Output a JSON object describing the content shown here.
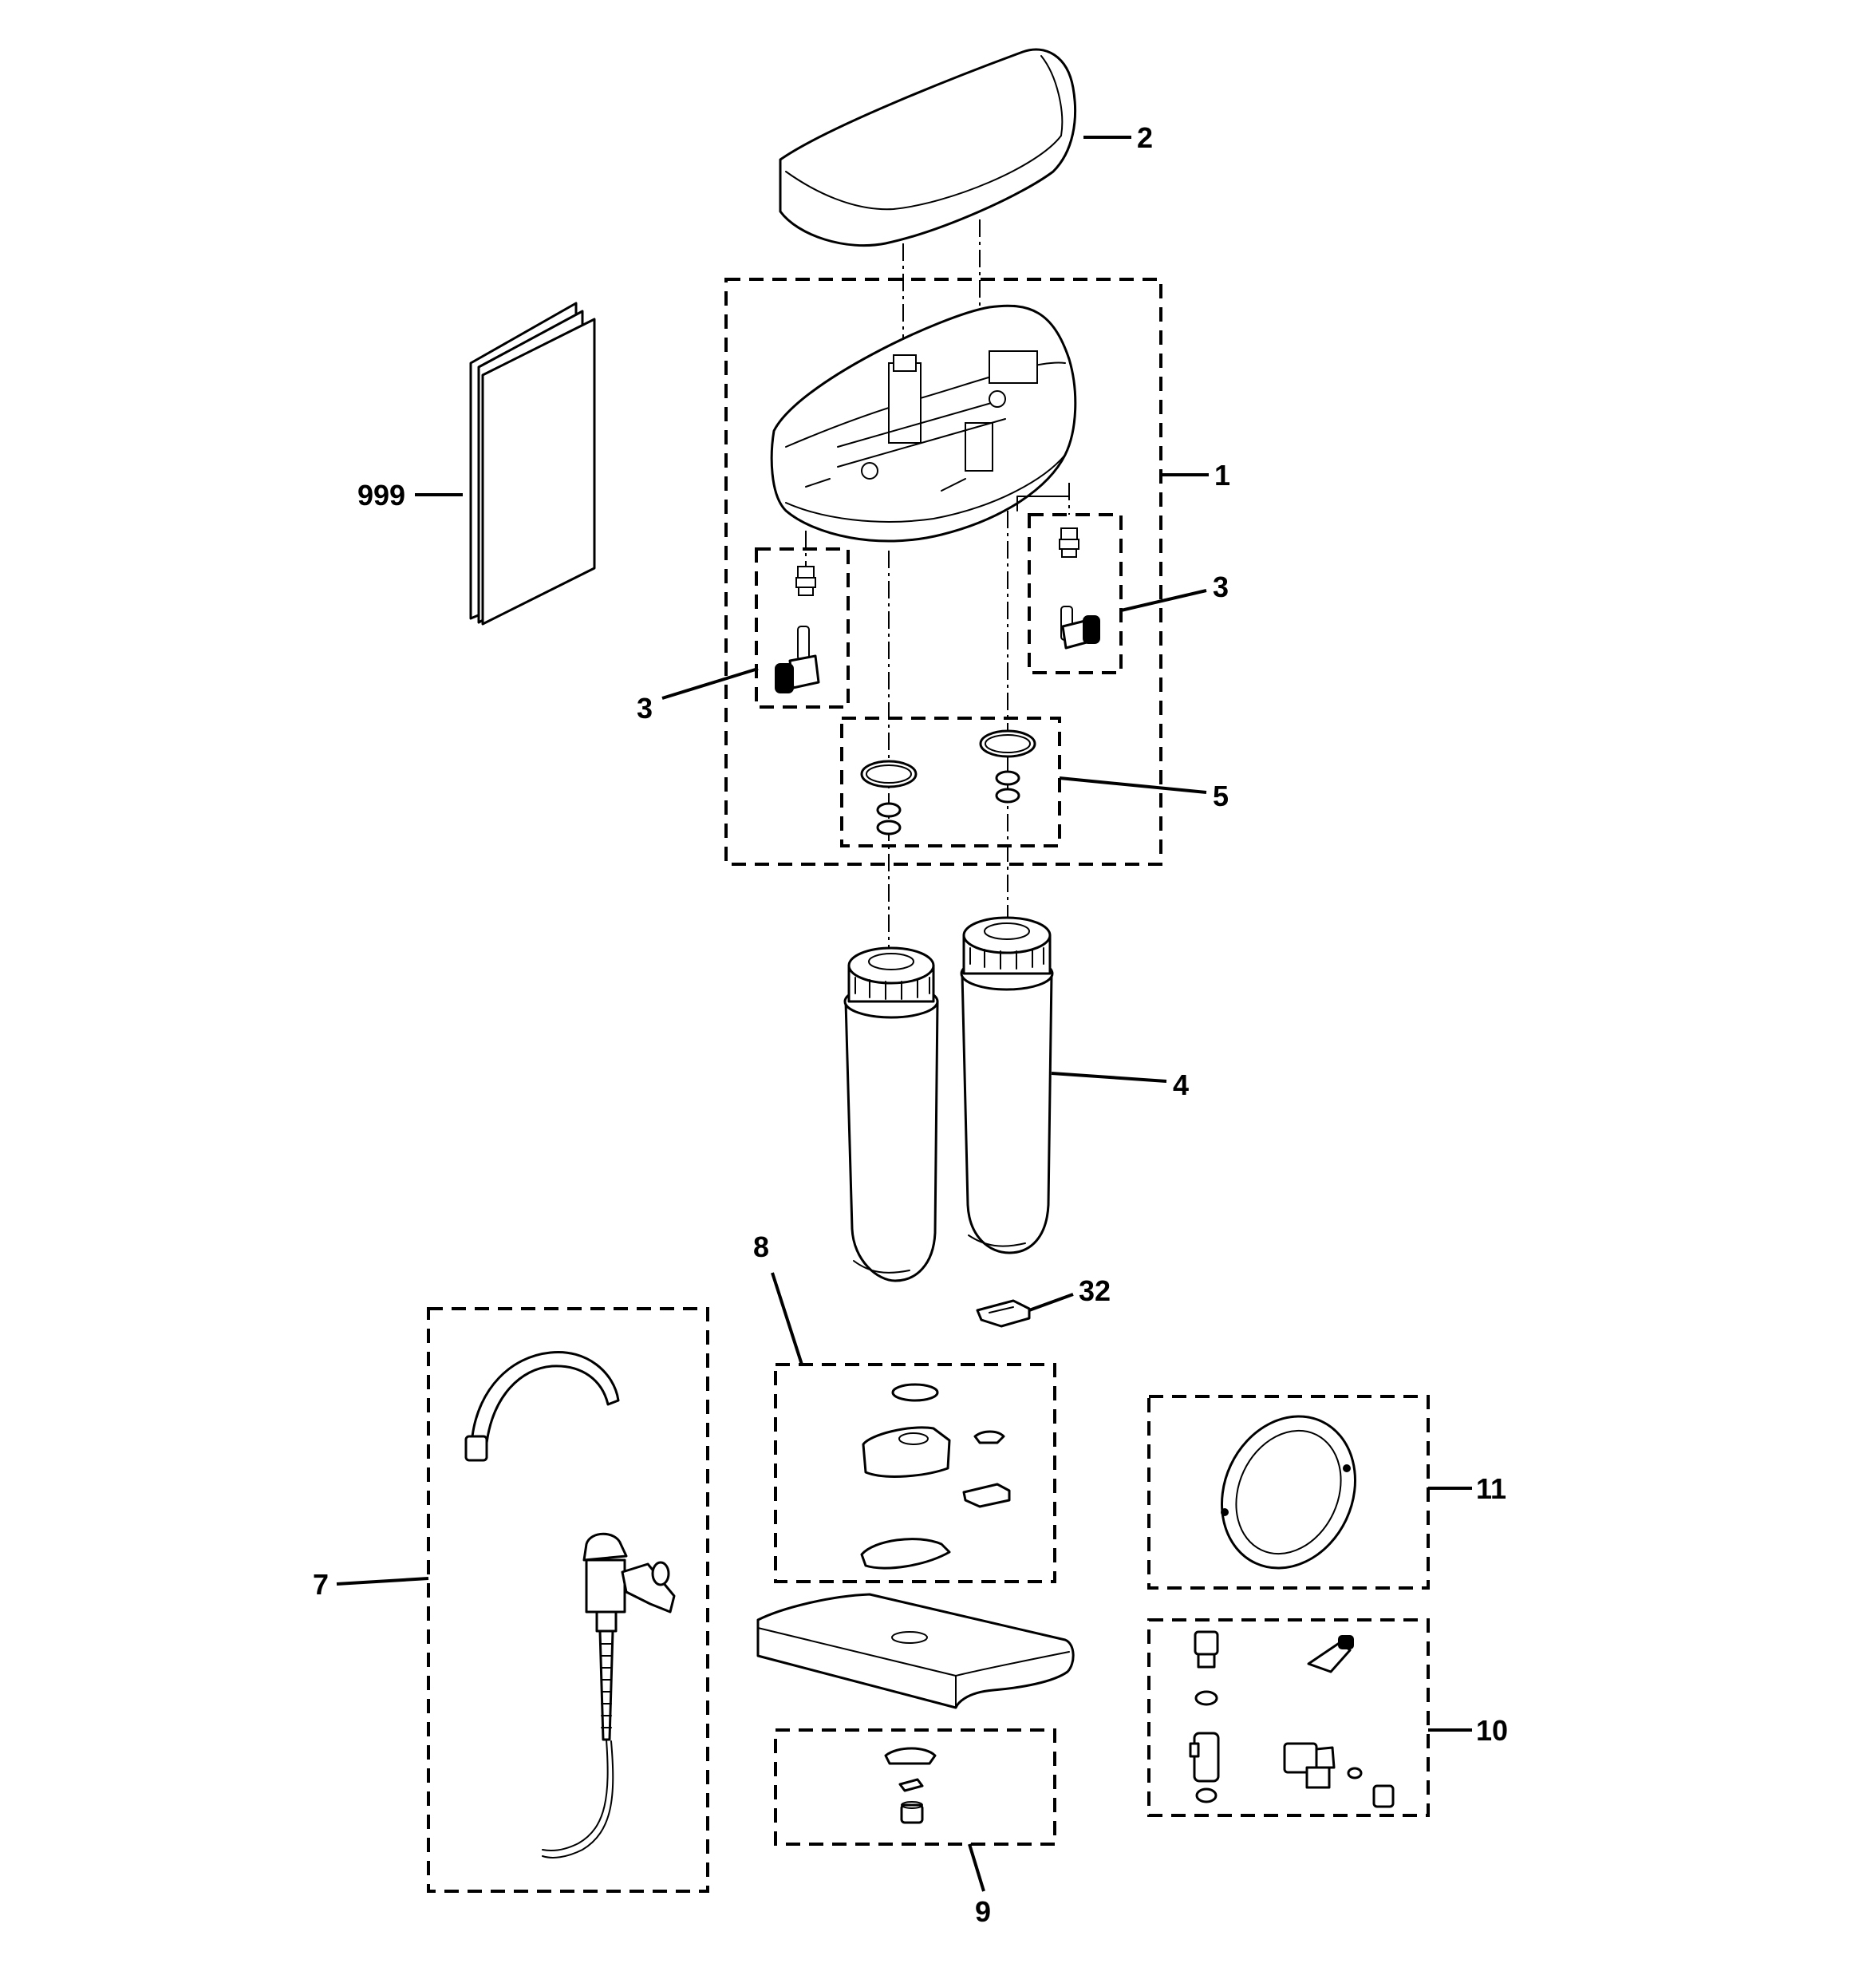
{
  "callouts": {
    "c1": "1",
    "c2": "2",
    "c3_left": "3",
    "c3_right": "3",
    "c4": "4",
    "c5": "5",
    "c7": "7",
    "c8": "8",
    "c9": "9",
    "c10": "10",
    "c11": "11",
    "c32": "32",
    "c999": "999"
  }
}
